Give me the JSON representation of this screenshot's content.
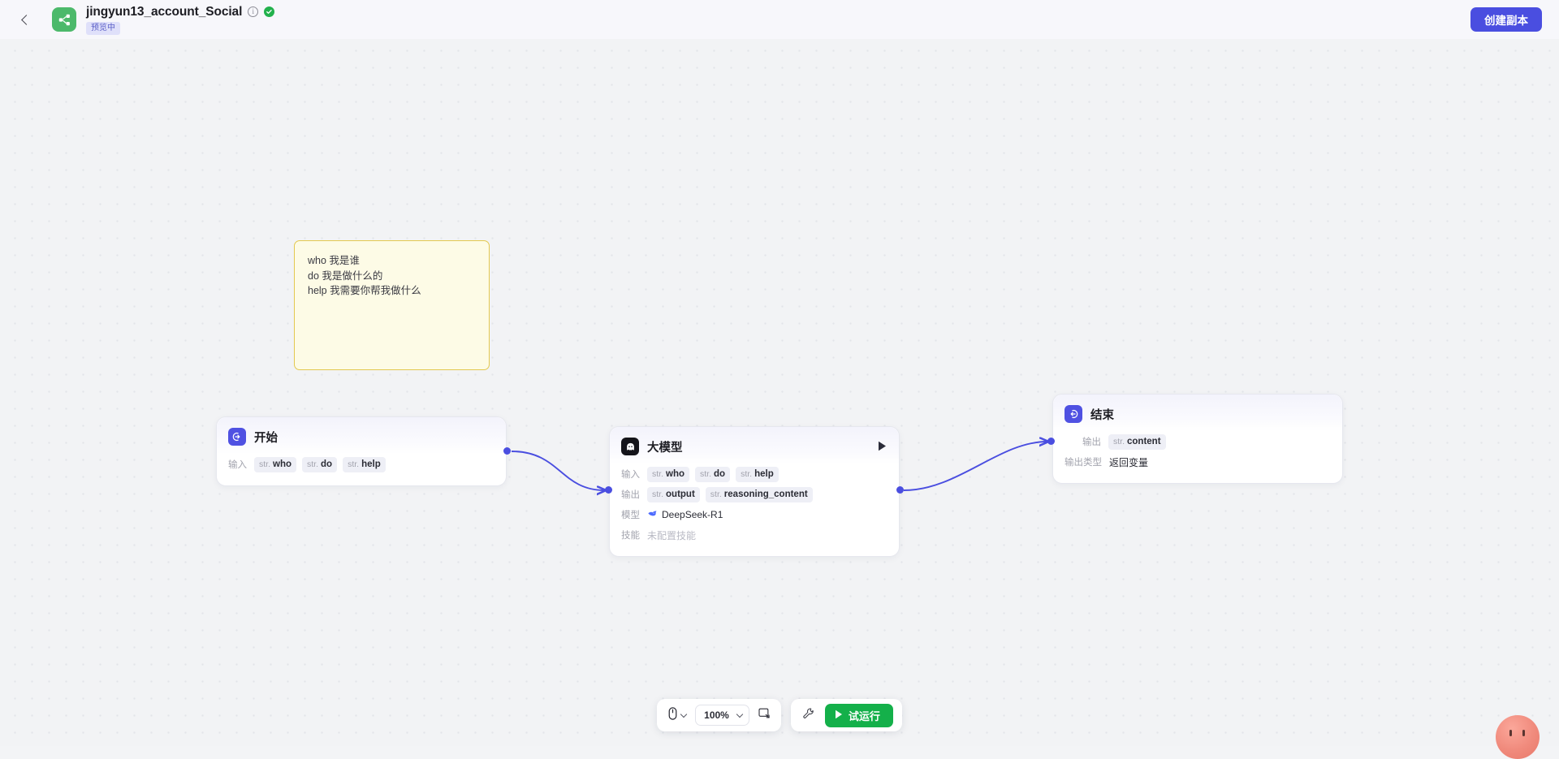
{
  "header": {
    "back_icon": "chevron-left-icon",
    "app_icon": "share-nodes-icon",
    "title": "jingyun13_account_Social",
    "info_icon": "info-circle-icon",
    "verified_icon": "check-circle-icon",
    "status_tag": "预览中",
    "copy_button": "创建副本"
  },
  "note": {
    "lines": [
      "who 我是谁",
      "do 我是做什么的",
      "help 我需要你帮我做什么"
    ]
  },
  "nodes": {
    "start": {
      "icon": "start-node-icon",
      "title": "开始",
      "input_label": "输入",
      "inputs": [
        {
          "type": "str.",
          "name": "who"
        },
        {
          "type": "str.",
          "name": "do"
        },
        {
          "type": "str.",
          "name": "help"
        }
      ]
    },
    "llm": {
      "icon": "llm-node-icon",
      "title": "大模型",
      "run_icon": "play-icon",
      "input_label": "输入",
      "inputs": [
        {
          "type": "str.",
          "name": "who"
        },
        {
          "type": "str.",
          "name": "do"
        },
        {
          "type": "str.",
          "name": "help"
        }
      ],
      "output_label": "输出",
      "outputs": [
        {
          "type": "str.",
          "name": "output"
        },
        {
          "type": "str.",
          "name": "reasoning_content"
        }
      ],
      "model_label": "模型",
      "model_icon": "deepseek-whale-icon",
      "model_value": "DeepSeek-R1",
      "skill_label": "技能",
      "skill_value": "未配置技能"
    },
    "end": {
      "icon": "end-node-icon",
      "title": "结束",
      "output_label": "输出",
      "outputs": [
        {
          "type": "str.",
          "name": "content"
        }
      ],
      "output_type_label": "输出类型",
      "output_type_value": "返回变量"
    }
  },
  "toolbar": {
    "cursor_icon": "mouse-pointer-icon",
    "cursor_chevron": "chevron-down-icon",
    "zoom_value": "100%",
    "zoom_chevron": "chevron-down-icon",
    "fit_icon": "fit-view-icon",
    "wrench_icon": "wrench-icon",
    "run_icon": "play-icon",
    "run_label": "试运行"
  },
  "mascot": {
    "name": "assistant-mascot"
  },
  "colors": {
    "accent": "#4a4ee0",
    "edge": "#4a4ee0",
    "run_green": "#14b04a",
    "app_green": "#4cb96b",
    "note_border": "#e3c84f",
    "note_bg": "#fdfbe6"
  }
}
